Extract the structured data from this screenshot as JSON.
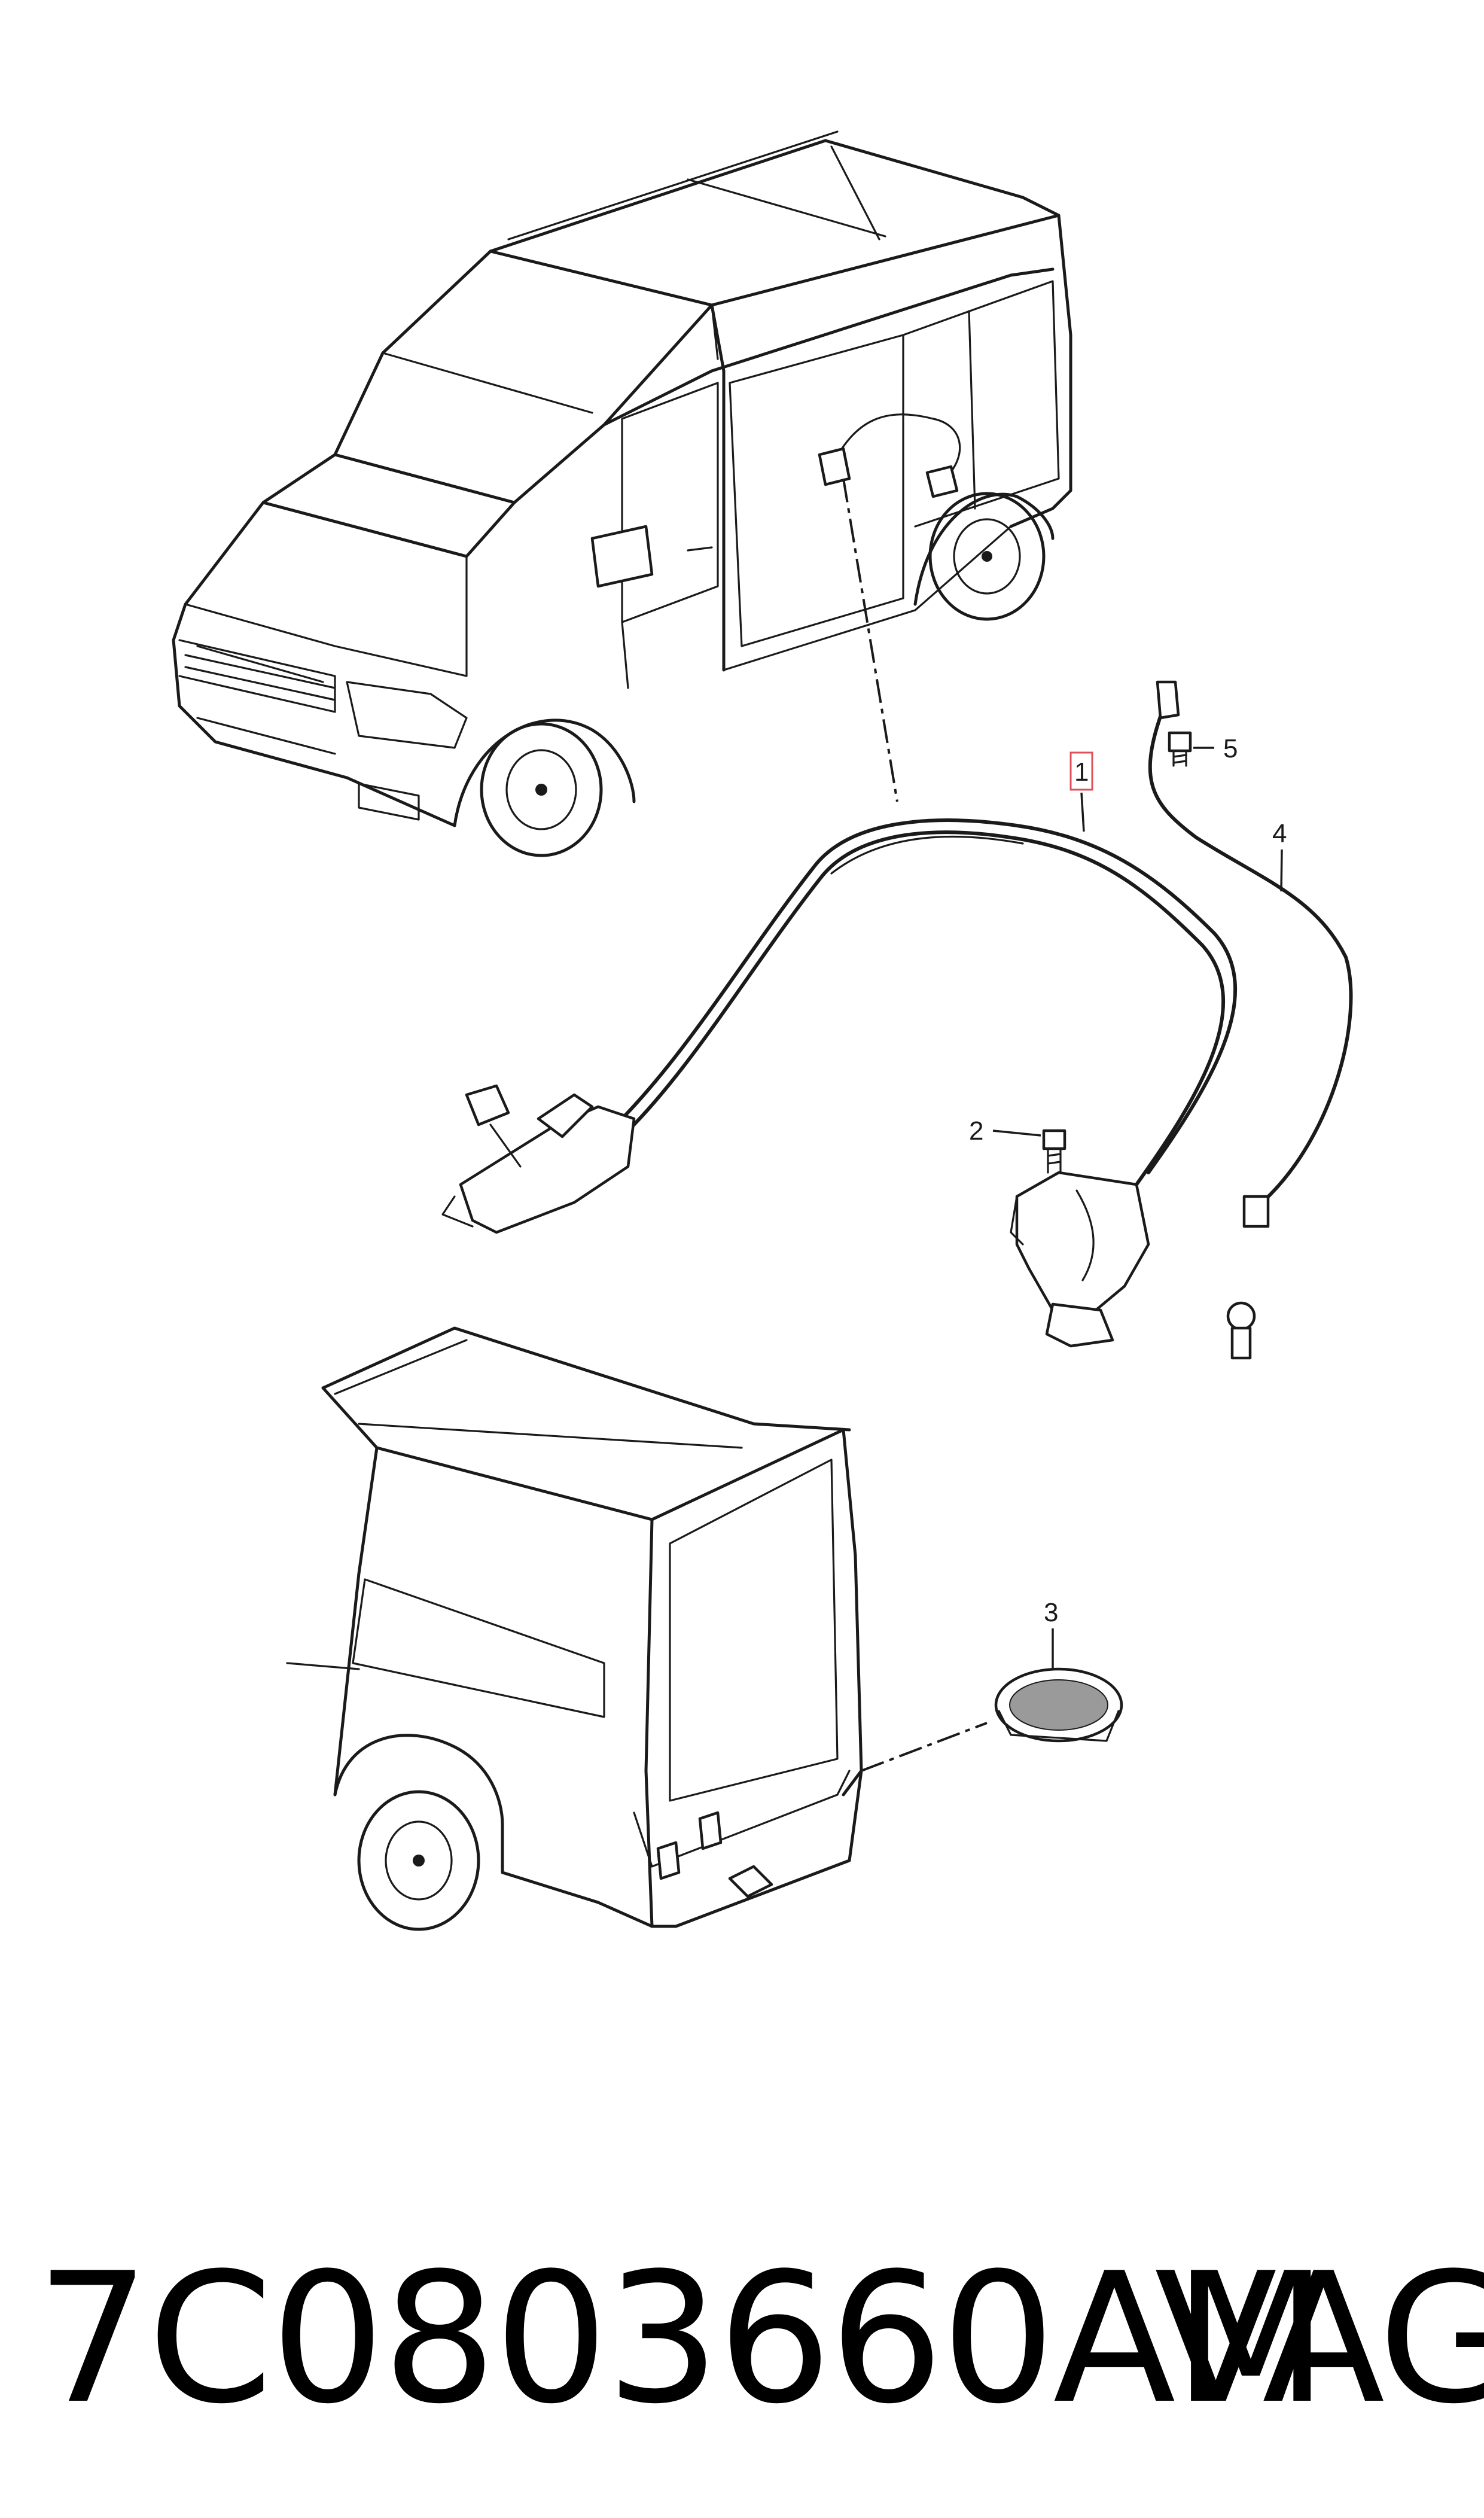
{
  "diagram": {
    "callouts": [
      {
        "id": "1",
        "label": "1",
        "highlighted": true,
        "highlight_color": "#e0505a"
      },
      {
        "id": "2",
        "label": "2"
      },
      {
        "id": "3",
        "label": "3"
      },
      {
        "id": "4",
        "label": "4"
      },
      {
        "id": "5",
        "label": "5"
      }
    ]
  },
  "footer": {
    "part_number": "7C0803660AM",
    "brand": "VAG"
  }
}
